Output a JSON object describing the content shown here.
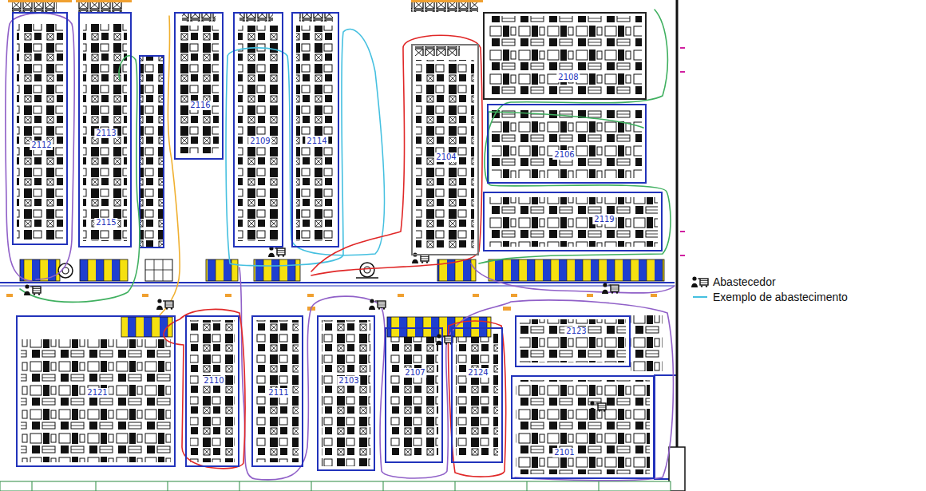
{
  "diagram": {
    "nodes": [
      {
        "text": [
          "2112"
        ]
      },
      {
        "text": [
          "2113",
          "2115"
        ]
      },
      {
        "text": [
          "2116"
        ]
      },
      {
        "text": [
          "2109"
        ]
      },
      {
        "text": [
          "2114"
        ]
      },
      {
        "text": [
          "2104"
        ]
      },
      {
        "text": [
          "2108"
        ]
      },
      {
        "text": [
          "2106"
        ]
      },
      {
        "text": [
          "2119"
        ]
      },
      {
        "text": [
          "2121"
        ]
      },
      {
        "text": [
          "2110"
        ]
      },
      {
        "text": [
          "2111"
        ]
      },
      {
        "text": [
          "2103"
        ]
      },
      {
        "text": [
          "2107"
        ]
      },
      {
        "text": [
          "2124"
        ]
      },
      {
        "text": [
          "2123"
        ]
      },
      {
        "text": [
          "2101"
        ]
      }
    ],
    "legend": [
      {
        "text": "Abastecedor"
      },
      {
        "text": "Exemplo de abastecimento"
      }
    ]
  }
}
